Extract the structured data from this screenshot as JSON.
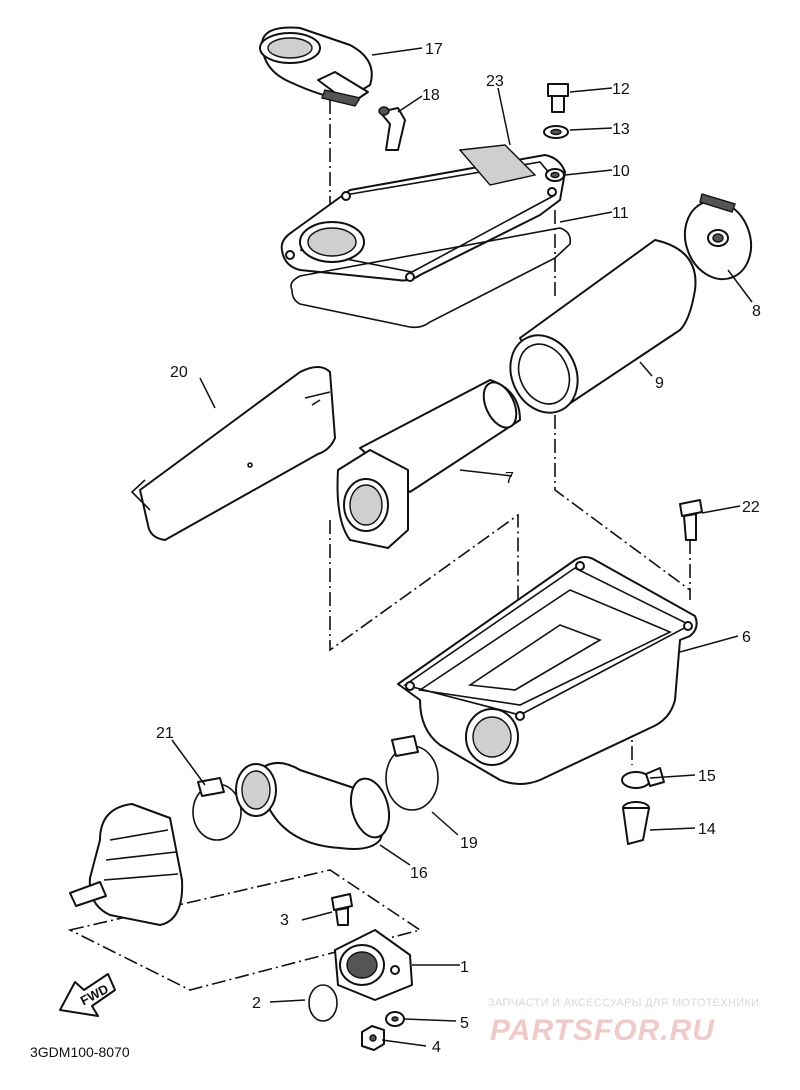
{
  "diagram_code": "3GDM100-8070",
  "fwd_label": "FWD",
  "watermark": {
    "subtitle": "ЗАПЧАСТИ И АКСЕССУАРЫ ДЛЯ МОТОТЕХНИКИ",
    "brand": "PARTSFOR.RU"
  },
  "callouts": [
    "1",
    "2",
    "3",
    "4",
    "5",
    "6",
    "7",
    "8",
    "9",
    "10",
    "11",
    "12",
    "13",
    "14",
    "15",
    "16",
    "17",
    "18",
    "19",
    "20",
    "21",
    "22",
    "23"
  ]
}
